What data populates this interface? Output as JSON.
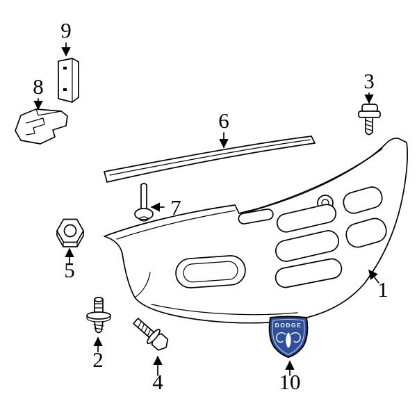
{
  "diagram": {
    "background_color": "#ffffff",
    "line_color": "#000000",
    "emblem": {
      "text": "DODGE",
      "fill_color": "#2e4f9e",
      "detail_color": "#ffffff"
    },
    "callouts": [
      {
        "label": "1"
      },
      {
        "label": "2"
      },
      {
        "label": "3"
      },
      {
        "label": "4"
      },
      {
        "label": "5"
      },
      {
        "label": "6"
      },
      {
        "label": "7"
      },
      {
        "label": "8"
      },
      {
        "label": "9"
      },
      {
        "label": "10"
      }
    ]
  }
}
